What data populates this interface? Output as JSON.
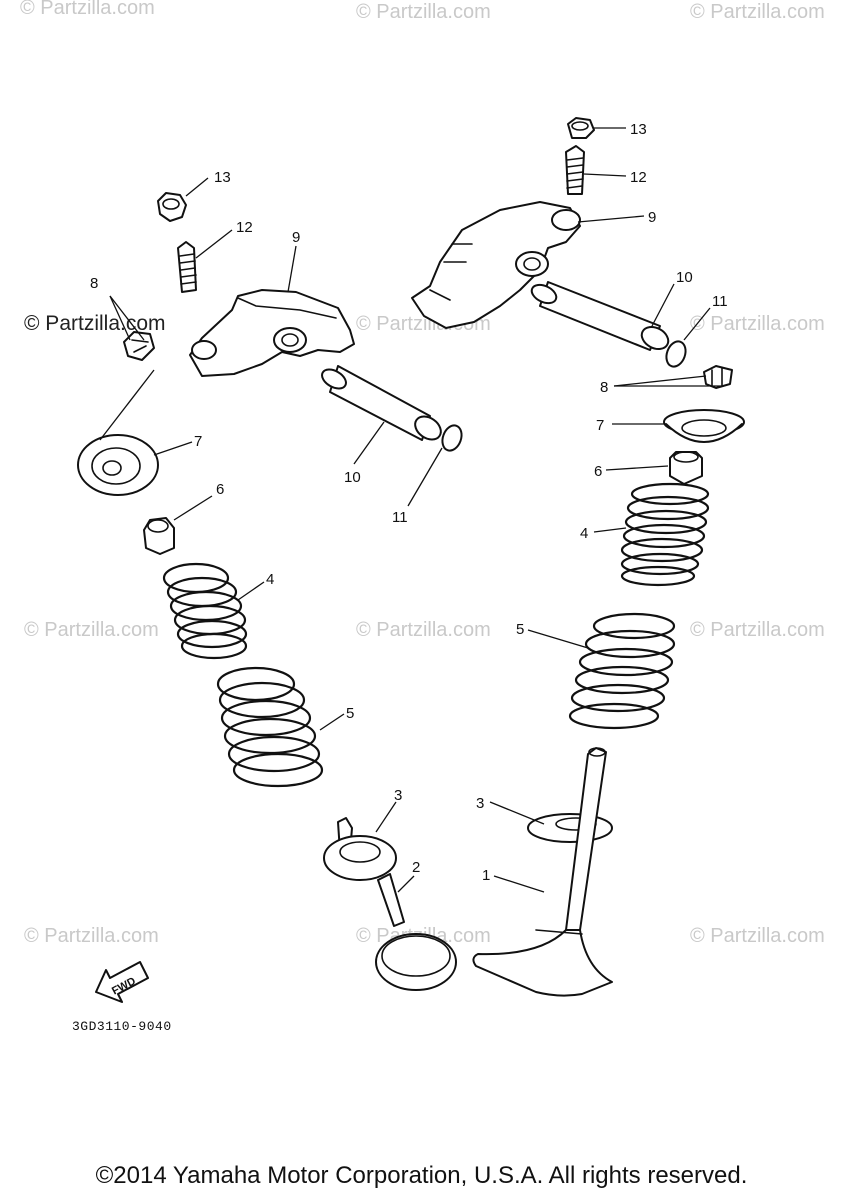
{
  "watermark": "© Partzilla.com",
  "callouts": {
    "c1": "1",
    "c2": "2",
    "c3a": "3",
    "c3b": "3",
    "c4a": "4",
    "c4b": "4",
    "c5a": "5",
    "c5b": "5",
    "c6a": "6",
    "c6b": "6",
    "c7a": "7",
    "c7b": "7",
    "c8a": "8",
    "c8b": "8",
    "c9a": "9",
    "c9b": "9",
    "c10a": "10",
    "c10b": "10",
    "c11a": "11",
    "c11b": "11",
    "c12a": "12",
    "c12b": "12",
    "c13a": "13",
    "c13b": "13"
  },
  "fwd_label": "FWD",
  "diagram_code": "3GD3110-9040",
  "copyright": "©2014 Yamaha Motor Corporation, U.S.A. All rights reserved."
}
